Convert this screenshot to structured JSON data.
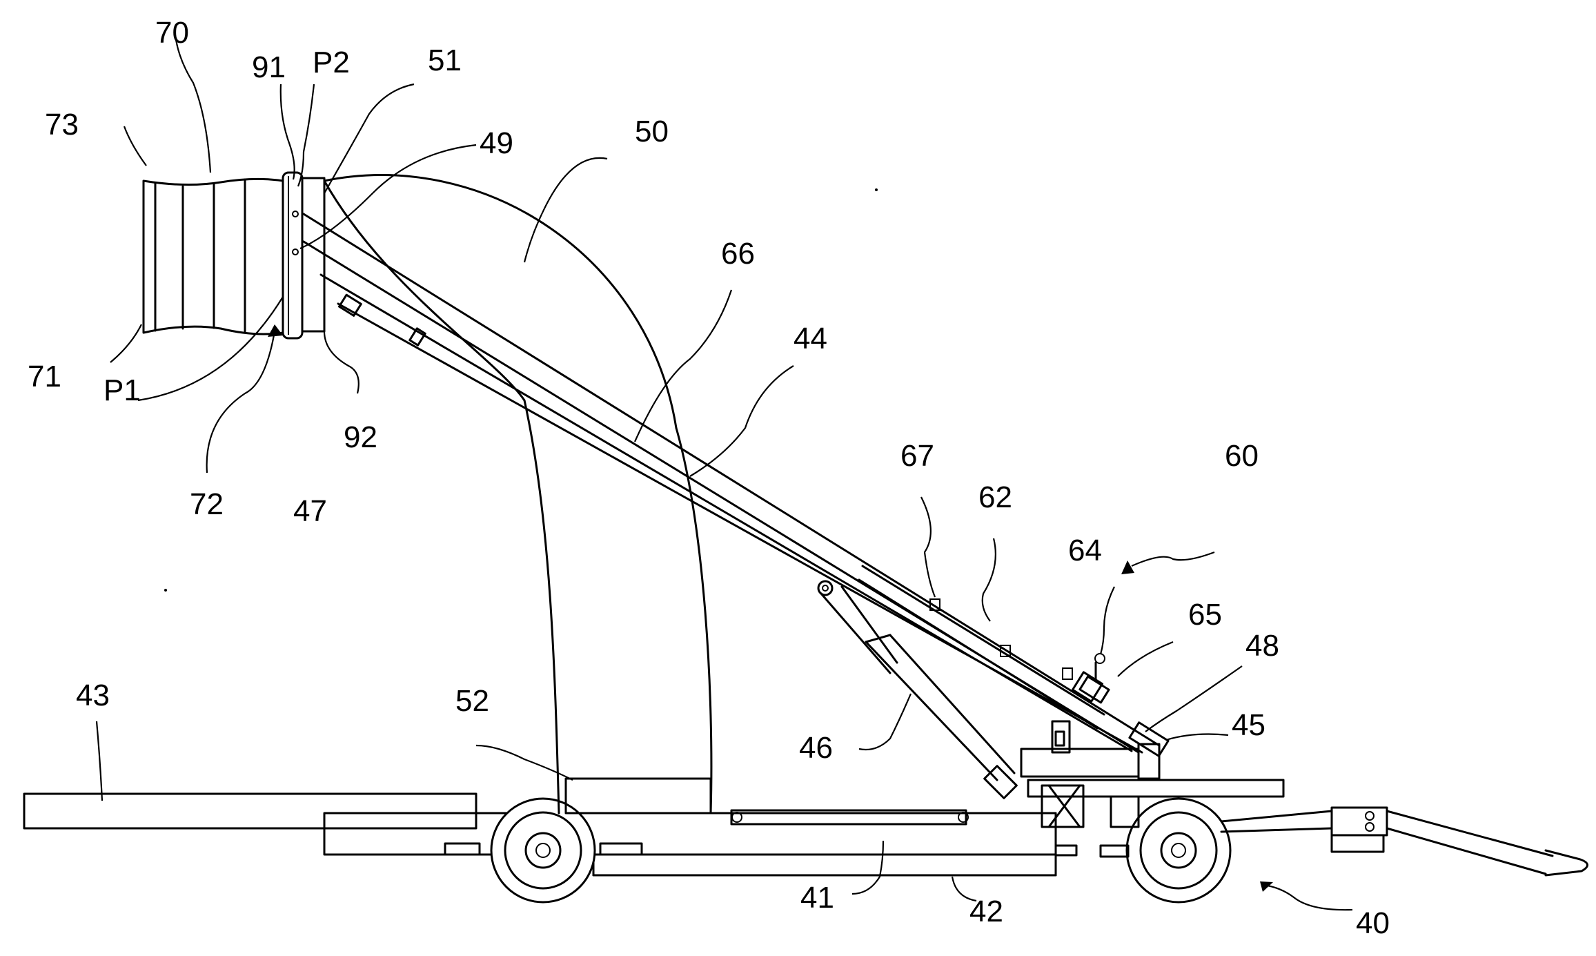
{
  "reference_numerals": {
    "n40": "40",
    "n41": "41",
    "n42": "42",
    "n43": "43",
    "n44": "44",
    "n45": "45",
    "n46": "46",
    "n47": "47",
    "n48": "48",
    "n49": "49",
    "n50": "50",
    "n51": "51",
    "n52": "52",
    "n60": "60",
    "n62": "62",
    "n64": "64",
    "n65": "65",
    "n66": "66",
    "n67": "67",
    "n70": "70",
    "n71": "71",
    "n72": "72",
    "n73": "73",
    "n91": "91",
    "n92": "92",
    "p1": "P1",
    "p2": "P2"
  }
}
